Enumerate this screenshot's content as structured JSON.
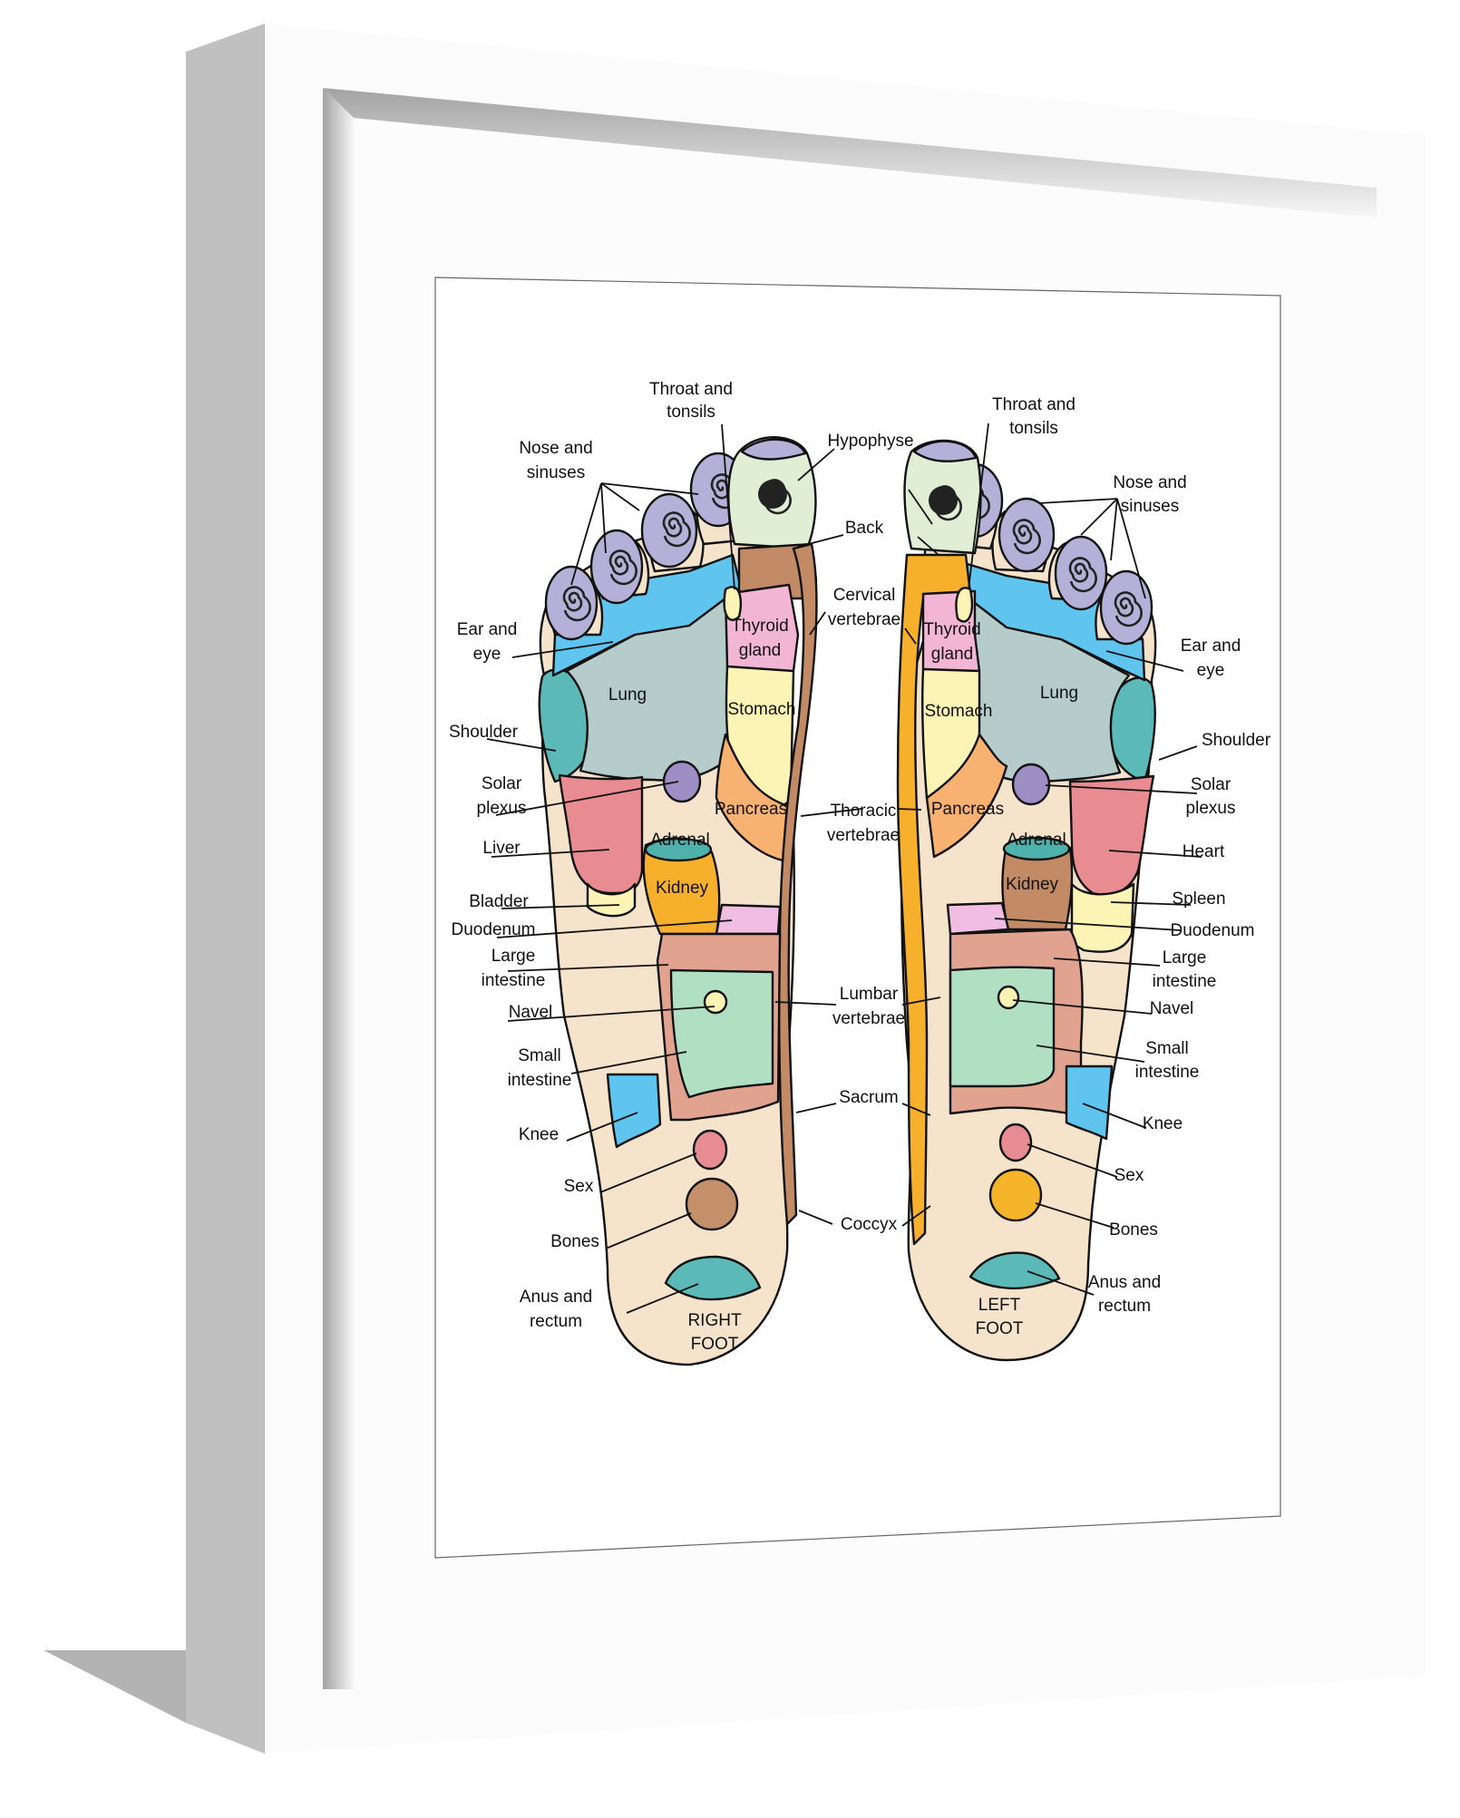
{
  "frame": {
    "style": "white shadow-box frame",
    "colors": {
      "face": "#fbfbfb",
      "side": "#c0c0c0",
      "shadow": "#b5b5b5",
      "mat": "#ffffff"
    }
  },
  "artwork": {
    "title": "Foot reflexology chart",
    "feet": [
      {
        "caption_line1": "RIGHT",
        "caption_line2": "FOOT"
      },
      {
        "caption_line1": "LEFT",
        "caption_line2": "FOOT"
      }
    ],
    "right_foot_labels": {
      "throat": [
        "Throat and",
        "tonsils"
      ],
      "nose": [
        "Nose and",
        "sinuses"
      ],
      "ear": [
        "Ear and",
        "eye"
      ],
      "shoulder": "Shoulder",
      "solar": [
        "Solar",
        "plexus"
      ],
      "liver": "Liver",
      "bladder": "Bladder",
      "duodenum": "Duodenum",
      "large": [
        "Large",
        "intestine"
      ],
      "navel": "Navel",
      "small": [
        "Small",
        "intestine"
      ],
      "knee": "Knee",
      "sex": "Sex",
      "bones": "Bones",
      "anus": [
        "Anus and",
        "rectum"
      ]
    },
    "center_labels": {
      "hypophyse": "Hypophyse",
      "back": "Back",
      "cervical": [
        "Cervical",
        "vertebrae"
      ],
      "thoracic": [
        "Thoracic",
        "vertebrae"
      ],
      "lumbar": [
        "Lumbar",
        "vertebrae"
      ],
      "sacrum": "Sacrum",
      "coccyx": "Coccyx"
    },
    "left_foot_labels": {
      "throat": [
        "Throat and",
        "tonsils"
      ],
      "nose": [
        "Nose and",
        "sinuses"
      ],
      "ear": [
        "Ear and",
        "eye"
      ],
      "shoulder": "Shoulder",
      "solar": [
        "Solar",
        "plexus"
      ],
      "heart": "Heart",
      "spleen": "Spleen",
      "duodenum": "Duodenum",
      "large": [
        "Large",
        "intestine"
      ],
      "navel": "Navel",
      "small": [
        "Small",
        "intestine"
      ],
      "knee": "Knee",
      "sex": "Sex",
      "bones": "Bones",
      "anus": [
        "Anus and",
        "rectum"
      ]
    },
    "region_labels": {
      "thyroid": [
        "Thyroid",
        "gland"
      ],
      "lung": "Lung",
      "stomach": "Stomach",
      "pancreas": "Pancreas",
      "adrenal": "Adrenal",
      "kidney": "Kidney"
    },
    "colors": {
      "outline": "#111111",
      "skin": "#f5e3cc",
      "toe_purple": "#b4b0d8",
      "hypophyse_green": "#dfeed4",
      "sinus_blue": "#5fc5ef",
      "lung": "#b5cccb",
      "shoulder_teal": "#5bbab7",
      "thyroid_pink": "#f2b6d4",
      "stomach_yellow": "#fbf4b4",
      "pancreas_orange": "#f7b170",
      "solar_purple": "#9d8fc6",
      "liver_red": "#e88c92",
      "kidney_right": "#f6b02c",
      "kidney_left": "#c28b66",
      "adrenal_teal": "#4eb1ab",
      "duodenum_pink": "#f2bde2",
      "large_intestine": "#e2a290",
      "small_intestine": "#b1dfc2",
      "navel": "#fbf3b4",
      "knee_blue": "#5fc5ef",
      "sex_pink": "#e68c92",
      "bones_right": "#c49069",
      "bones_left": "#f6b42a",
      "anus_teal": "#5bbab7",
      "spine_right": "#c28b66",
      "spine_left": "#f6b02c"
    }
  }
}
